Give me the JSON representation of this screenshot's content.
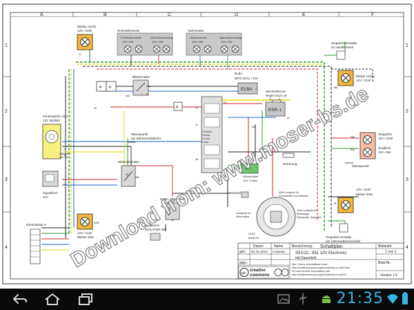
{
  "frame": {
    "columns": [
      "A",
      "B",
      "C",
      "D",
      "E",
      "F"
    ],
    "rows": [
      "1",
      "2",
      "3",
      "4"
    ]
  },
  "components": {
    "blinker_rechts_front": {
      "name": "Blinker rechts",
      "rating": "12V / 21W"
    },
    "drehzahlmesser": {
      "name": "Drehzahlmesser",
      "items": [
        "Fernlichtkontrolle",
        "DZM-Beleuchtung"
      ],
      "ratings": [
        "12V / 2W",
        "12V / 2W"
      ]
    },
    "tachometer": {
      "name": "Tachometer",
      "items": [
        "Blinkkontrolle",
        "Tachobeleuchtung"
      ],
      "ratings": [
        "12V / 2W",
        "12V / 2W"
      ]
    },
    "blinkschalter": {
      "name": "Blinkschalter"
    },
    "elba": {
      "name": "ELBA",
      "part": "8872.10/11 / 12V",
      "box": "ELBA"
    },
    "wechselstrom_regler": {
      "name": "Wechselstrom-",
      "name2": "Regler 8127.10",
      "box": "ESR-1"
    },
    "scheinwerfer": {
      "name": "Scheinwerfer HS1",
      "rating": "12V 35/35W",
      "stand": "Standlicht",
      "stand_rating": "12V 4W"
    },
    "massepunkt_rahmen": {
      "name": "Massepunkt",
      "sub": "am Rahmenmittelrohr"
    },
    "abblendschalter": {
      "name": "Abblendschalter"
    },
    "signalhorn": {
      "name": "Signalhorn",
      "rating": "12V"
    },
    "zuendschloss": {
      "lines": [
        "3 Pos/on",
        "3 Zünd.",
        "2 Licht",
        "1 Aus"
      ]
    },
    "akkumulator": {
      "name": "Akkumulator",
      "rating": "12V / 5,5Ah"
    },
    "sicherung": {
      "name": "Sicherung"
    },
    "steuerteil": {
      "name": "Steuerteil"
    },
    "emza": {
      "name": "EMZA-Zündspule"
    },
    "zuendkerze": {
      "name": "Zündkerze",
      "part": "ISOLATOR 260"
    },
    "lichtspule_ladung": {
      "lines": [
        "60W Lichtspule für",
        "Scheinwerfer und Rücklicht"
      ]
    },
    "lichtspule_blinker": {
      "lines": [
        "21W-Lichtspule für",
        "Blinkanlage,",
        "Tachometer, Stopplicht"
      ]
    },
    "ladespule": {
      "lines": [
        "Ladespule für",
        "Akkumulator"
      ]
    },
    "slez": {
      "name": "SLEZ",
      "part": "8305.2/1"
    },
    "stopplicht_hand": {
      "name": "Stopplicht-Schalter",
      "sub": "für Handbremse"
    },
    "blinker_rechts_rear": {
      "name": "Blinker rechts",
      "rating": "12V / 21W"
    },
    "stopplicht": {
      "name": "Stopplicht",
      "rating": "12V / 21W"
    },
    "ruecklicht": {
      "name": "Rücklicht",
      "rating": "12V / 5W"
    },
    "massepunkt": {
      "name": "Massepunkt"
    },
    "blinker_links_rear": {
      "name": "Blinker links",
      "rating": "12V / 21W"
    },
    "stopplicht_hinter": {
      "name": "Stopplicht-Schalter",
      "sub": "am Hinterradbremsschild"
    },
    "blinker_links_front": {
      "name": "Blinker links",
      "rating": "12V / 21W"
    },
    "klemmleiste": {
      "name": "Klemmleiste S"
    }
  },
  "wire_labels": [
    "31",
    "49a",
    "56a",
    "56b",
    "30",
    "54",
    "51",
    "15",
    "59a",
    "61",
    "58",
    "L",
    "R",
    "RL",
    "2",
    "1",
    "9",
    "8",
    "4",
    "49",
    "DF",
    "D+",
    "S",
    "3",
    "6",
    "5",
    "7",
    "10",
    "12",
    "11",
    "S1",
    "59",
    "31b",
    "58R",
    "58L",
    "W",
    "DZM"
  ],
  "title_block": {
    "col_datum": "Datum",
    "col_name": "Name",
    "gez": "gez.:",
    "gez_datum": "02.02.2012",
    "gez_name": "H.Moser",
    "gepr": "gepr.:",
    "bezeichnung_label": "Bezeichnung:",
    "bezeichnung": "Schaltplan",
    "desc1": "S51/1C, S51 12V Electronic",
    "desc2": "mit Dauerlicht",
    "blattzahl_label": "Blattzahl:",
    "blattzahl": "1 von 1",
    "blattnr_label": "Blatt-Nr.:",
    "version": "Version 1.5",
    "license_lines": [
      "Info / Lizenz-Informationen unter:",
      "http://creativecommons.org/licenses/by-nc-sa/3.0/de/",
      "For more license informations visit:",
      "http://creativecommons.org/licenses/by-nc-sa/3.0/"
    ],
    "cc_line1": "creative",
    "cc_line2": "commons",
    "cc_badge": "cc"
  },
  "watermark": {
    "line1": "Download from: www.moser-bs.de",
    "line2": "Download from:"
  },
  "sysbar": {
    "back_icon": "back-arrow-icon",
    "home_icon": "home-icon",
    "recent_icon": "recent-apps-icon",
    "clock": "21:35"
  },
  "colors": {
    "lamp_fill": "#f4b73a",
    "gauge_fill": "#c8c8c8",
    "stop_fill": "#f5b9a8",
    "head_fill": "#f7f280",
    "akku_fill": "#6fc56f",
    "wire_green": "#2a9a2a",
    "wire_yellow": "#e8d800",
    "wire_red": "#d62020",
    "wire_blue": "#2060c8",
    "clock": "#33b5e5"
  }
}
